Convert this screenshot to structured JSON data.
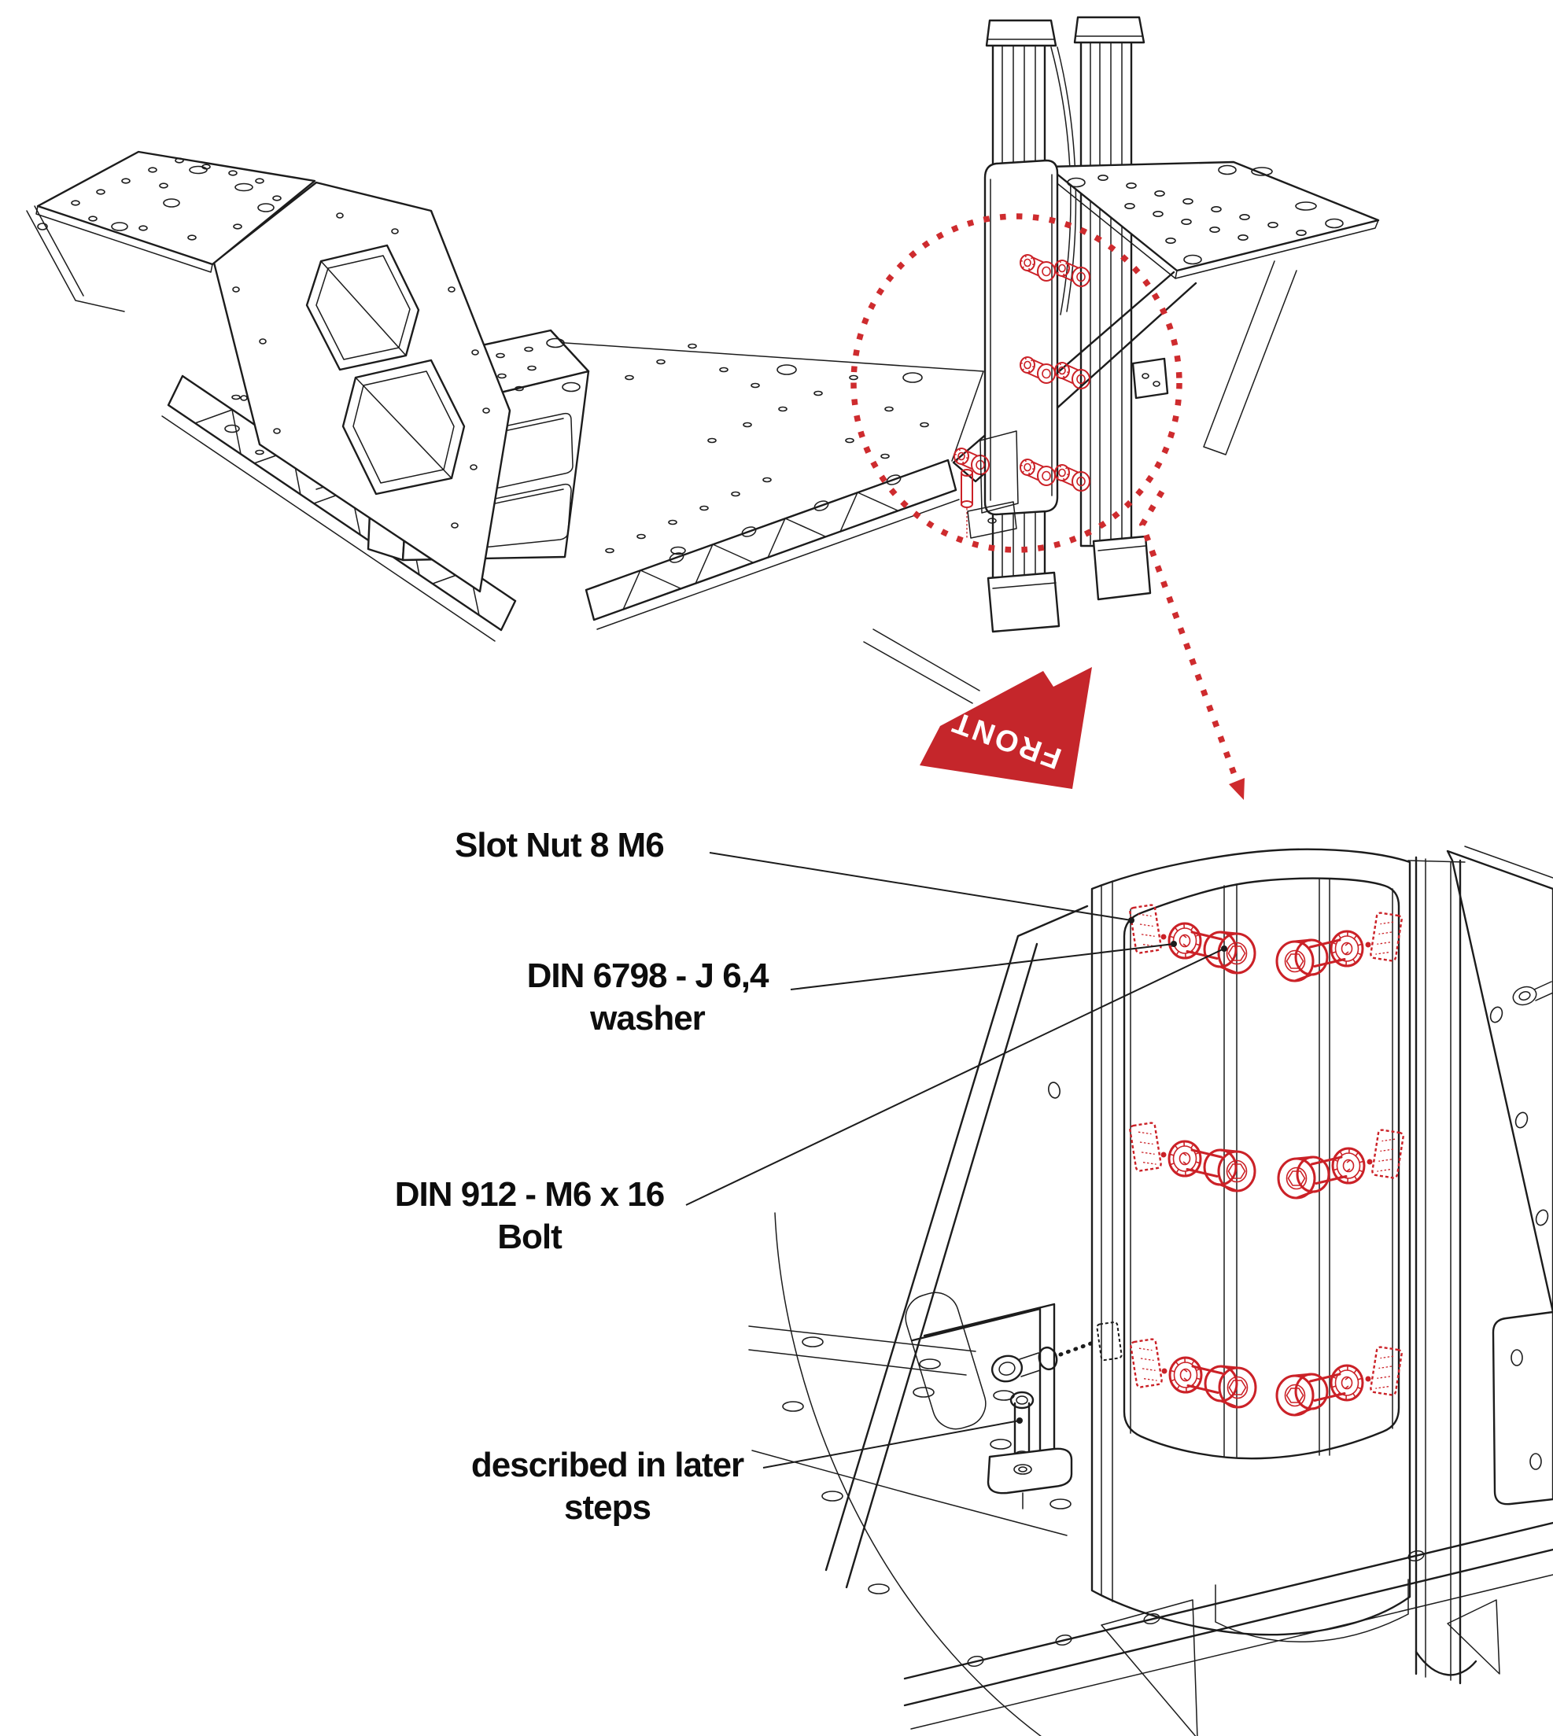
{
  "colors": {
    "line": "#1c1c1c",
    "accent_red": "#c5262b",
    "bolt_red": "#cb2127",
    "dot_red": "#ce2b2e",
    "arrow_text": "#ffffff"
  },
  "front_marker": {
    "label": "FRONT"
  },
  "callouts": {
    "slot_nut": {
      "text": "Slot Nut 8 M6"
    },
    "washer": {
      "line1": "DIN 6798 - J 6,4",
      "line2": "washer"
    },
    "bolt": {
      "line1": "DIN 912 - M6 x 16",
      "line2": "Bolt"
    },
    "later": {
      "line1": "described in later",
      "line2": "steps"
    }
  }
}
